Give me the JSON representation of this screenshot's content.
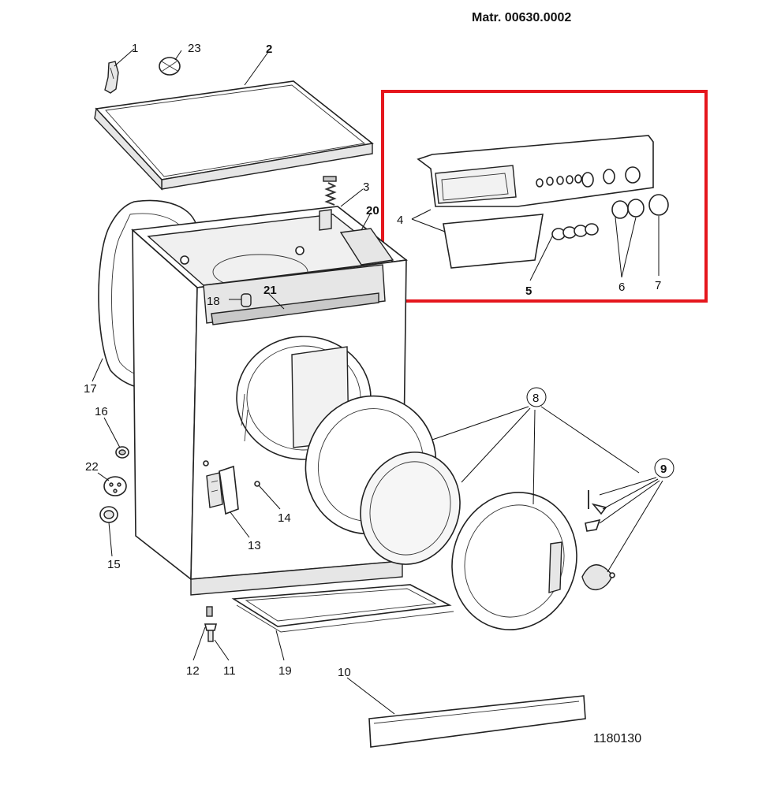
{
  "header": {
    "matr": "Matr. 00630.0002"
  },
  "footer": {
    "drawing_code": "1180130"
  },
  "highlight_color": "#e5161d",
  "callouts": {
    "c1": "1",
    "c2": "2",
    "c3": "3",
    "c4": "4",
    "c5": "5",
    "c6": "6",
    "c7": "7",
    "c8": "8",
    "c9": "9",
    "c10": "10",
    "c11": "11",
    "c12": "12",
    "c13": "13",
    "c14": "14",
    "c15": "15",
    "c16": "16",
    "c17": "17",
    "c18": "18",
    "c19": "19",
    "c20": "20",
    "c21": "21",
    "c22": "22",
    "c23": "23"
  }
}
